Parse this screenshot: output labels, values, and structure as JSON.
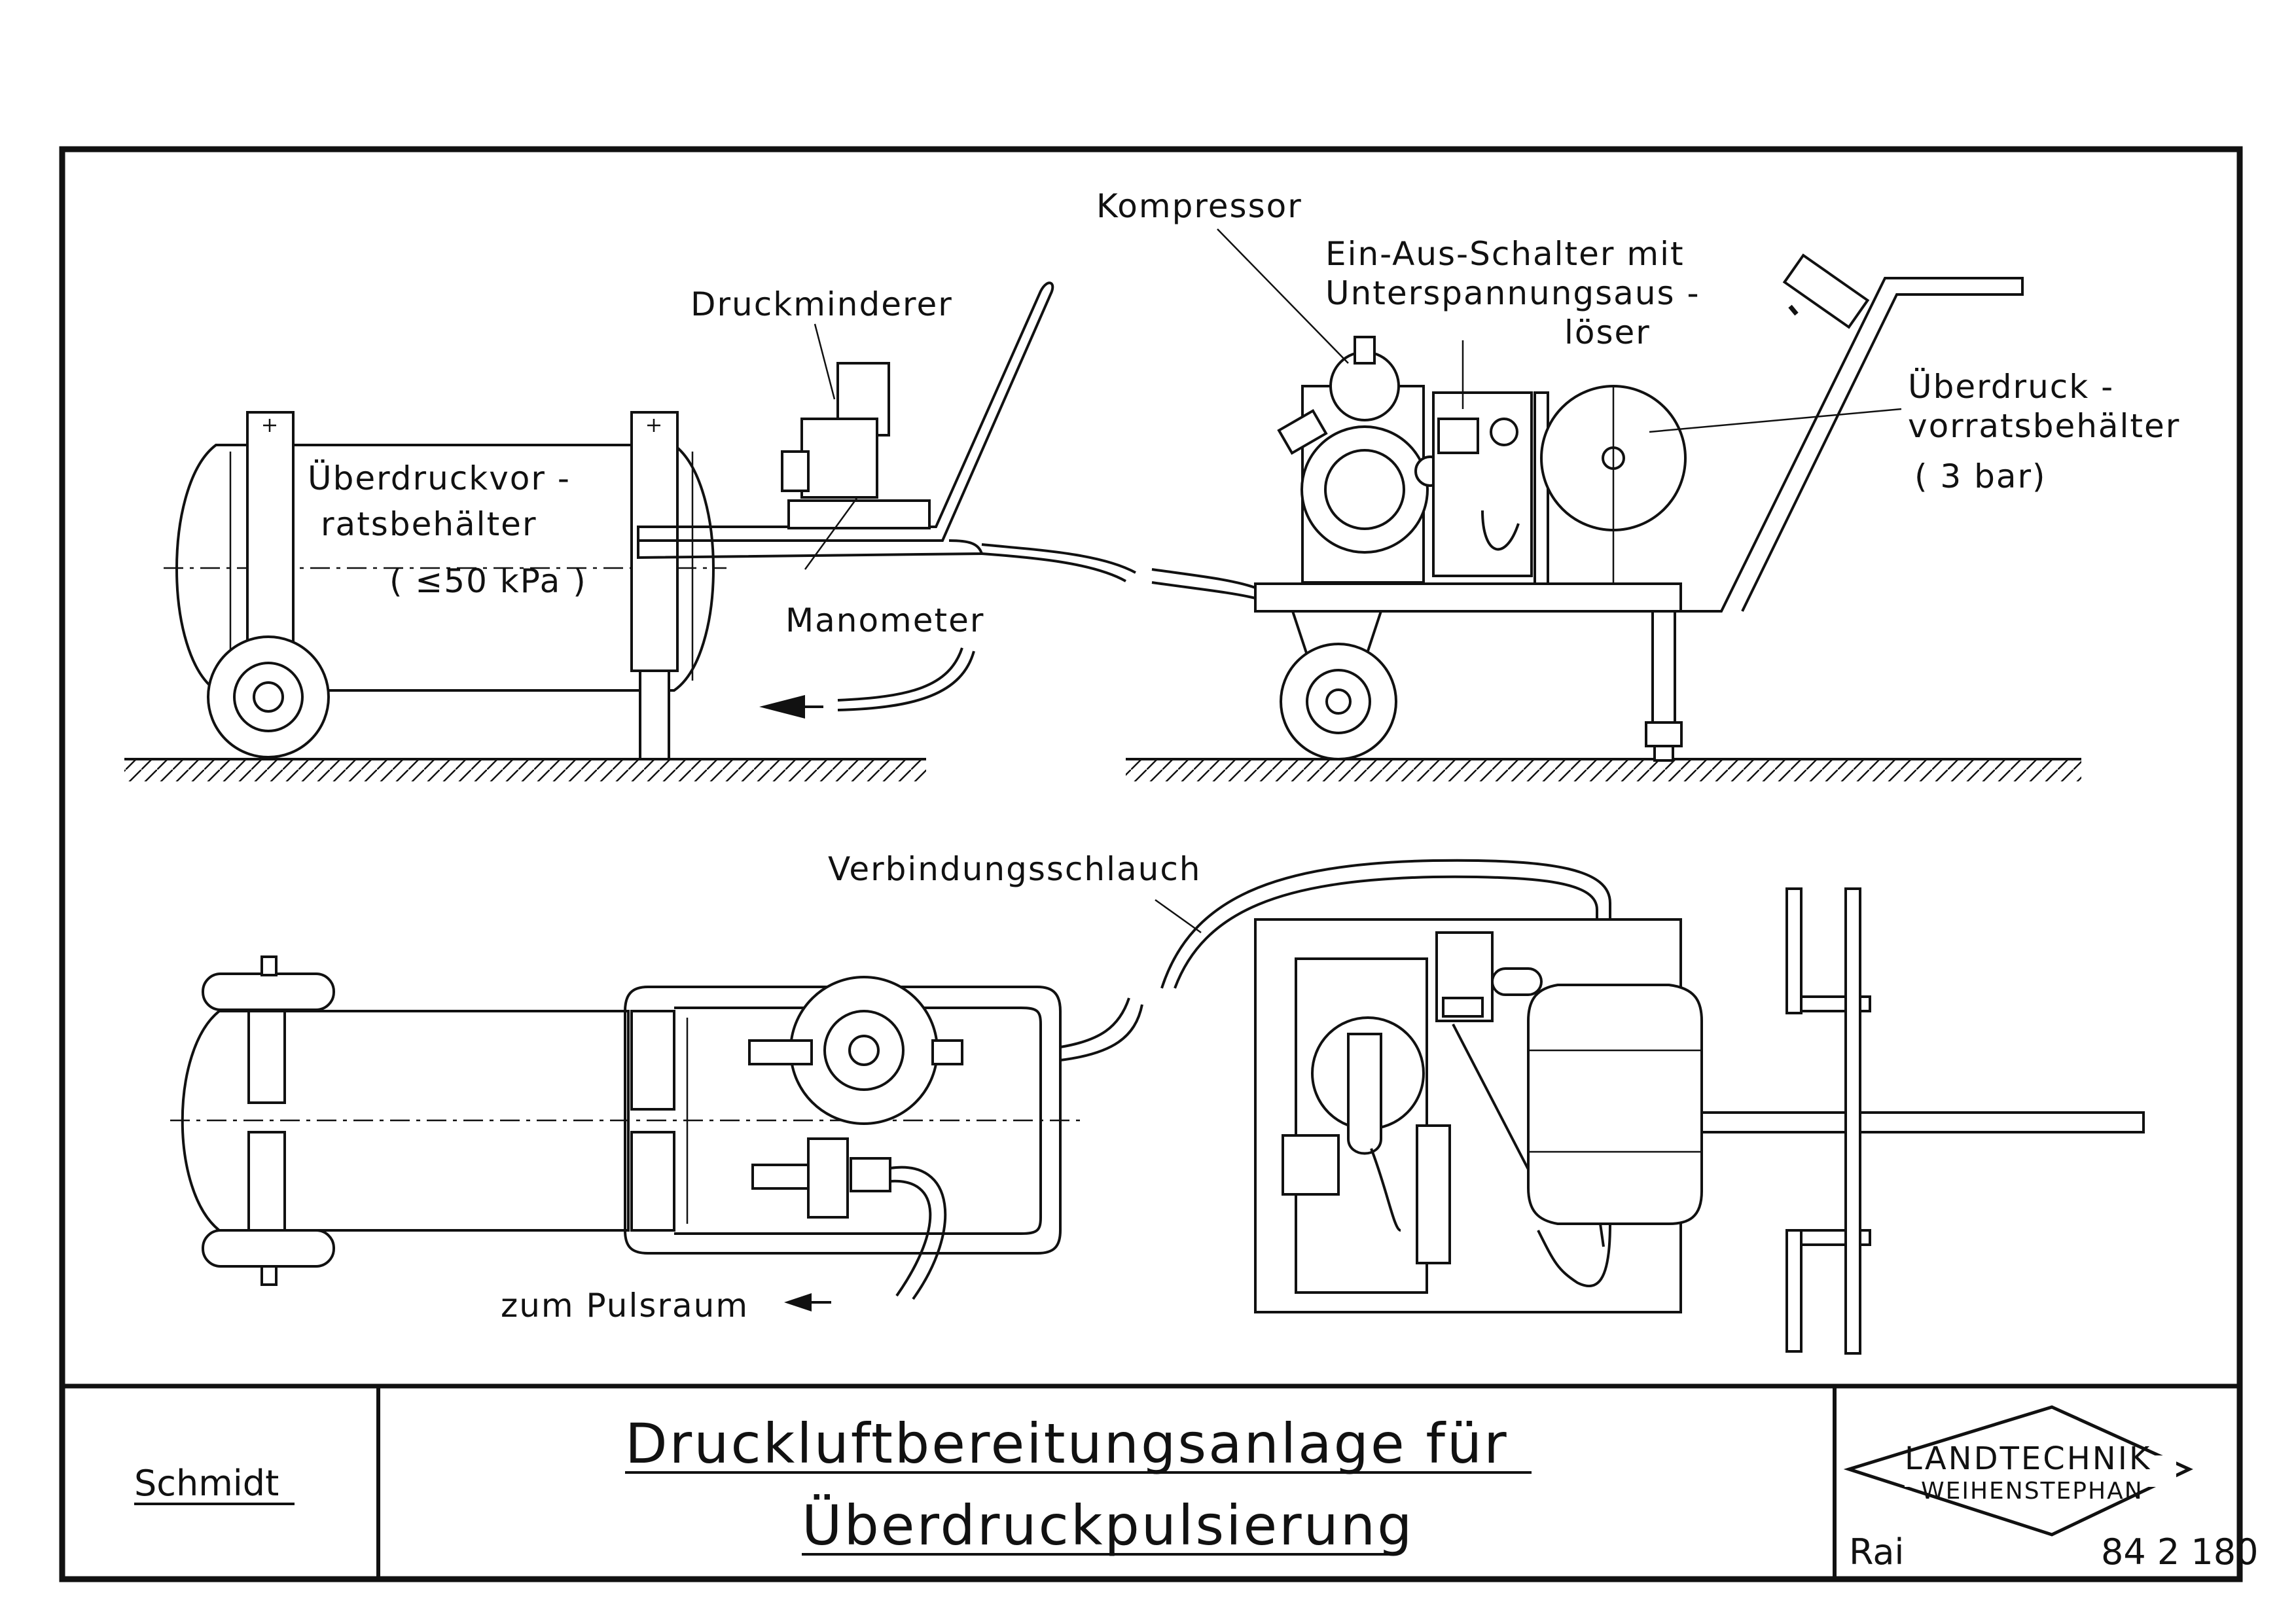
{
  "labels": {
    "druckminderer": "Druckminderer",
    "behaelter1_line1": "Überdruckvor -",
    "behaelter1_line2": "ratsbehälter",
    "behaelter1_line3": "( ≤50 kPa )",
    "manometer": "Manometer",
    "kompressor": "Kompressor",
    "schalter_line1": "Ein-Aus-Schalter mit",
    "schalter_line2": "Unterspannungsaus -",
    "schalter_line3": "löser",
    "behaelter2_line1": "Überdruck -",
    "behaelter2_line2": "vorratsbehälter",
    "behaelter2_line3": "( 3 bar)",
    "schlauch": "Verbindungsschlauch",
    "pulsraum": "zum Pulsraum"
  },
  "title_block": {
    "author": "Schmidt",
    "title_line1": "Druckluftbereitungsanlage für",
    "title_line2": "Überdruckpulsierung",
    "logo_line1": "LANDTECHNIK",
    "logo_line2": "WEIHENSTEPHAN",
    "drawer": "Rai",
    "drawing_number": "84 2 180"
  }
}
